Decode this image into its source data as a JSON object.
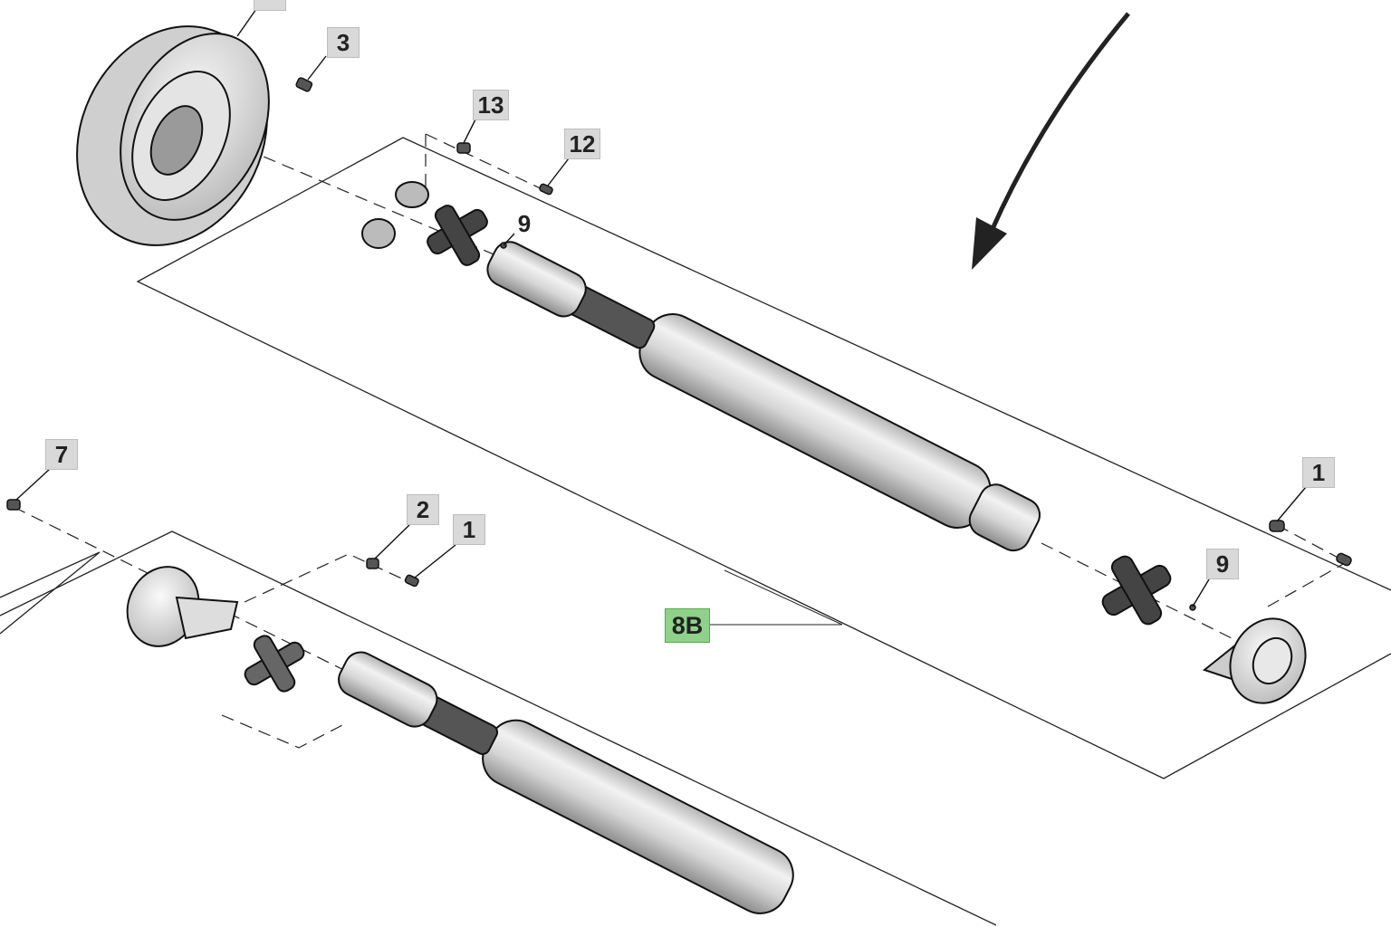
{
  "title": "Drive shaft exploded parts diagram",
  "colors": {
    "callout_bg": "#d9d9d9",
    "assembly_callout_bg": "#8fd18a",
    "line": "#222222"
  },
  "callouts": {
    "top_cut": "",
    "c3": "3",
    "c13": "13",
    "c12": "12",
    "c9_top": "9",
    "c7": "7",
    "c2": "2",
    "c1_left": "1",
    "c1_right": "1",
    "c9_right": "9",
    "assembly": "8B"
  }
}
